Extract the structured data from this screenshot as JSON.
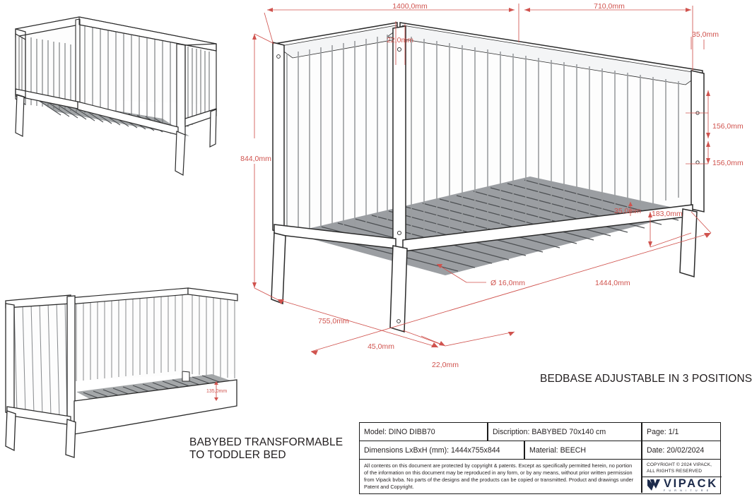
{
  "document": {
    "kind": "technical-drawing",
    "product": "BABYBED 70x140 cm"
  },
  "captions": {
    "bedbase": "BEDBASE ADJUSTABLE IN 3 POSITIONS",
    "transformable_line1": "BABYBED TRANSFORMABLE",
    "transformable_line2": "TO TODDLER BED"
  },
  "dimensions": {
    "top_length": "1400,0mm",
    "top_width": "710,0mm",
    "rail_thickness": "22,0mm",
    "post_width_top": "35,0mm",
    "height": "844,0mm",
    "slat_gap_upper": "156,0mm",
    "slat_gap_lower": "156,0mm",
    "base_thickness": "35,0mm",
    "base_height": "183,0mm",
    "overall_length": "1444,0mm",
    "overall_depth": "755,0mm",
    "foot_offset": "45,0mm",
    "post_depth": "22,0mm",
    "dowel_diameter": "Ø 16,0mm",
    "toddler_rail_height": "135,0mm"
  },
  "title_block": {
    "model_label": "Model: DINO DIBB70",
    "description_label": "Discription: BABYBED 70x140 cm",
    "page_label": "Page: 1/1",
    "dimensions_label": "Dimensions LxBxH (mm): 1444x755x844",
    "material_label": "Material: BEECH",
    "date_label": "Date: 20/02/2024",
    "fineprint": "All contents on this document are protected by copyright & patents. Except as specifically permitted herein, no portion of the information on this document may be reproduced in any form, or by any means, without prior written permission from Vipack bvba. No parts of the designs and the products can be copied or transmitted. Product and drawings under Patent and Copyright.",
    "copyright_line1": "COPYRIGHT  © 2024 VIPACK,",
    "copyright_line2": "ALL RIGHTS RESERVED",
    "brand_name": "VIPACK",
    "brand_tagline": "F U R N I T U R E"
  },
  "colors": {
    "dimension_red": "#d0534e",
    "line_dark": "#2b2b2b",
    "panel_fill": "#ffffff",
    "base_fill": "#8e9194",
    "brand_navy": "#1c2a4a"
  }
}
